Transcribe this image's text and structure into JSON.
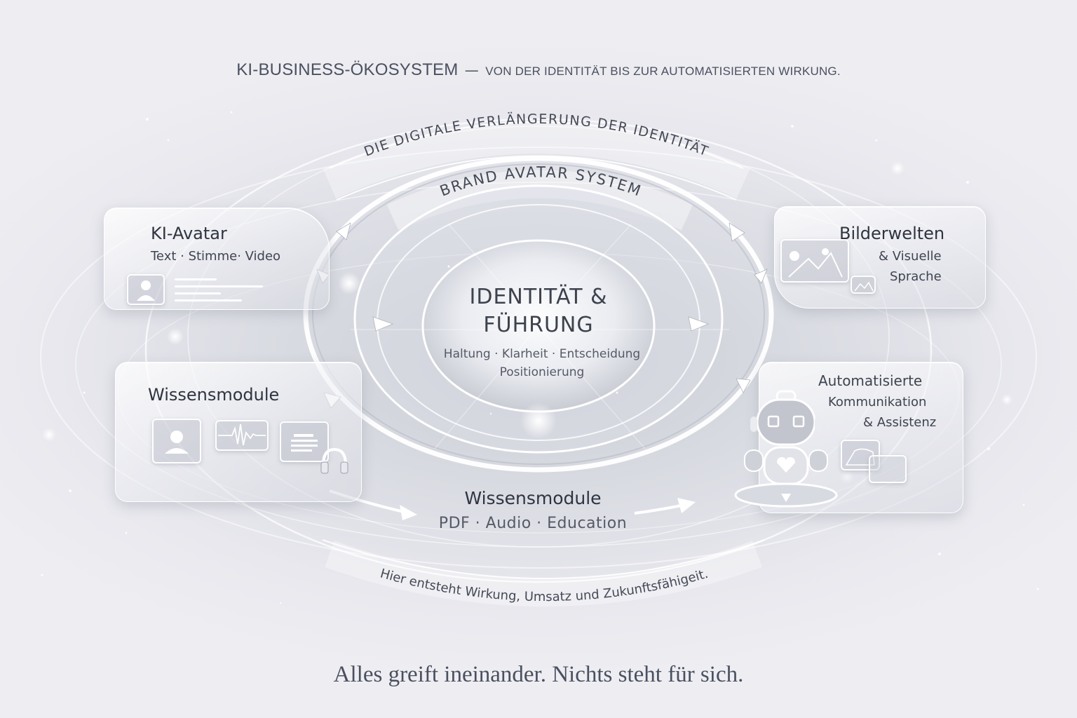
{
  "header": {
    "title": "KI-BUSINESS-ÖKOSYSTEM",
    "dash": "—",
    "subtitle": "VON DER IDENTITÄT BIS ZUR AUTOMATISIERTEN WIRKUNG."
  },
  "rings": {
    "outer_arc_label": "DIE DIGITALE VERLÄNGERUNG DER IDENTITÄT",
    "inner_arc_label": "BRAND AVATAR SYSTEM",
    "bottom_arc_label": "Hier entsteht Wirkung, Umsatz und Zukunftsfähigeit."
  },
  "center": {
    "title_line1": "IDENTITÄT &",
    "title_line2": "FÜHRUNG",
    "sub_line1": "Haltung · Klarheit · Entscheidung",
    "sub_line2": "Positionierung"
  },
  "cards": {
    "ki_avatar": {
      "title": "KI-Avatar",
      "subtitle": "Text · Stimme· Video",
      "icons": [
        "user-profile-icon",
        "text-lines-icon"
      ]
    },
    "bilderwelten": {
      "title": "Bilderwelten",
      "subtitle_line1": "& Visuelle",
      "subtitle_line2": "Sprache",
      "icons": [
        "landscape-image-icon",
        "small-image-icon"
      ]
    },
    "wissensmodule_left": {
      "title": "Wissensmodule",
      "icons": [
        "user-profile-icon",
        "audio-waveform-icon",
        "document-icon",
        "headphones-icon"
      ]
    },
    "automatisierte": {
      "title_line1": "Automatisierte",
      "title_line2": "Kommunikation",
      "title_line3": "& Assistenz",
      "icons": [
        "robot-assistant-icon",
        "image-icon",
        "document-icon"
      ]
    }
  },
  "bottom_module": {
    "title": "Wissensmodule",
    "subtitle": "PDF · Audio · Education"
  },
  "footer": {
    "tagline": "Alles greift ineinander. Nichts steht für sich."
  },
  "colors": {
    "background": "#e8e8ee",
    "text_dark": "#2f3440",
    "text_mid": "#555a66",
    "ring_white": "#ffffff"
  }
}
